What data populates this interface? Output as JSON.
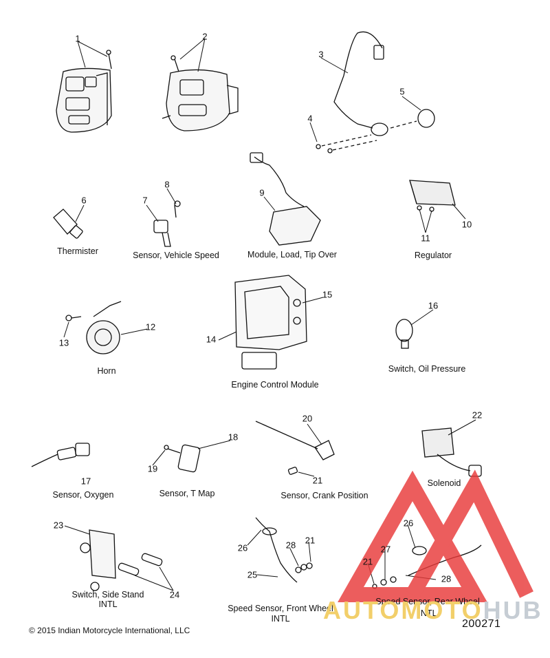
{
  "diagram": {
    "callouts": [
      "1",
      "2",
      "3",
      "4",
      "5",
      "6",
      "7",
      "8",
      "9",
      "10",
      "11",
      "12",
      "13",
      "14",
      "15",
      "16",
      "17",
      "18",
      "19",
      "20",
      "21",
      "22",
      "23",
      "24",
      "25",
      "26",
      "27",
      "28"
    ],
    "labels": {
      "thermister": "Thermister",
      "vehicle_speed": "Sensor, Vehicle Speed",
      "tip_over": "Module, Load, Tip Over",
      "regulator": "Regulator",
      "horn": "Horn",
      "ecm": "Engine Control Module",
      "oil_pressure": "Switch, Oil Pressure",
      "oxygen": "Sensor, Oxygen",
      "t_map": "Sensor, T Map",
      "crank": "Sensor, Crank Position",
      "solenoid": "Solenoid",
      "side_stand": "Switch, Side Stand",
      "side_stand_sub": "INTL",
      "front_wheel": "Speed Sensor, Front Wheel",
      "front_wheel_sub": "INTL",
      "rear_wheel": "Speed Sensor, Rear Wheel",
      "rear_wheel_sub": "INTL"
    },
    "copyright": "© 2015 Indian Motorcycle International, LLC",
    "figure_number": "200271"
  },
  "watermark": {
    "part_a": "AUTOMOTO",
    "part_b": "HUB",
    "color_triangle": "#e83a3a",
    "color_text": "#f2cf6a"
  }
}
